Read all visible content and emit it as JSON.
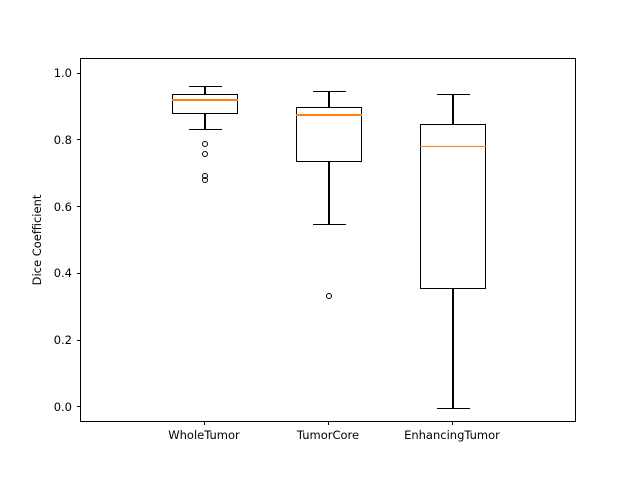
{
  "chart_data": {
    "type": "box",
    "title": "",
    "xlabel": "",
    "ylabel": "Dice Coefficient",
    "categories": [
      "WholeTumor",
      "TumorCore",
      "EnhancingTumor"
    ],
    "ylim": [
      -0.045,
      1.045
    ],
    "yticks": [
      0.0,
      0.2,
      0.4,
      0.6,
      0.8,
      1.0
    ],
    "ytick_labels": [
      "0.0",
      "0.2",
      "0.4",
      "0.6",
      "0.8",
      "1.0"
    ],
    "grid": false,
    "legend": null,
    "median_color": "#ff7f0e",
    "box_color": "#000000",
    "boxes": [
      {
        "label": "WholeTumor",
        "whisker_low": 0.835,
        "q1": 0.88,
        "median": 0.922,
        "q3": 0.94,
        "whisker_high": 0.965,
        "fliers": [
          0.79,
          0.762,
          0.695,
          0.684
        ]
      },
      {
        "label": "TumorCore",
        "whisker_low": 0.55,
        "q1": 0.738,
        "median": 0.877,
        "q3": 0.902,
        "whisker_high": 0.95,
        "fliers": [
          0.336
        ]
      },
      {
        "label": "EnhancingTumor",
        "whisker_low": 0.0,
        "q1": 0.356,
        "median": 0.783,
        "q3": 0.851,
        "whisker_high": 0.94,
        "fliers": []
      }
    ]
  }
}
